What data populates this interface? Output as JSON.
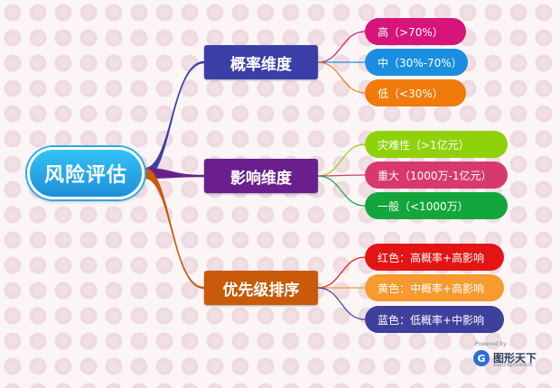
{
  "root": {
    "label": "风险评估",
    "color": "#26a7ea"
  },
  "branches": [
    {
      "label": "概率维度",
      "color": "#3a3fa8",
      "leaves": [
        {
          "label": "高（>70%）",
          "color": "#d6147a"
        },
        {
          "label": "中（30%-70%）",
          "color": "#1a8fe0"
        },
        {
          "label": "低（<30%）",
          "color": "#f07a0a"
        }
      ]
    },
    {
      "label": "影响维度",
      "color": "#6b1f8e",
      "leaves": [
        {
          "label": "灾难性（>1亿元）",
          "color": "#8fd20c"
        },
        {
          "label": "重大（1000万-1亿元）",
          "color": "#d8396c"
        },
        {
          "label": "一般（<1000万）",
          "color": "#13a63c"
        }
      ]
    },
    {
      "label": "优先级排序",
      "color": "#c85a0a",
      "leaves": [
        {
          "label": "红色：高概率+高影响",
          "color": "#e31414"
        },
        {
          "label": "黄色：中概率+高影响",
          "color": "#f79a30"
        },
        {
          "label": "蓝色：低概率+中影响",
          "color": "#3f3f9c"
        }
      ]
    }
  ],
  "brand": {
    "powered": "Powered by",
    "name": "图形天下",
    "sub": "eadGraphicWorld",
    "icon": "brand-logo-icon"
  }
}
